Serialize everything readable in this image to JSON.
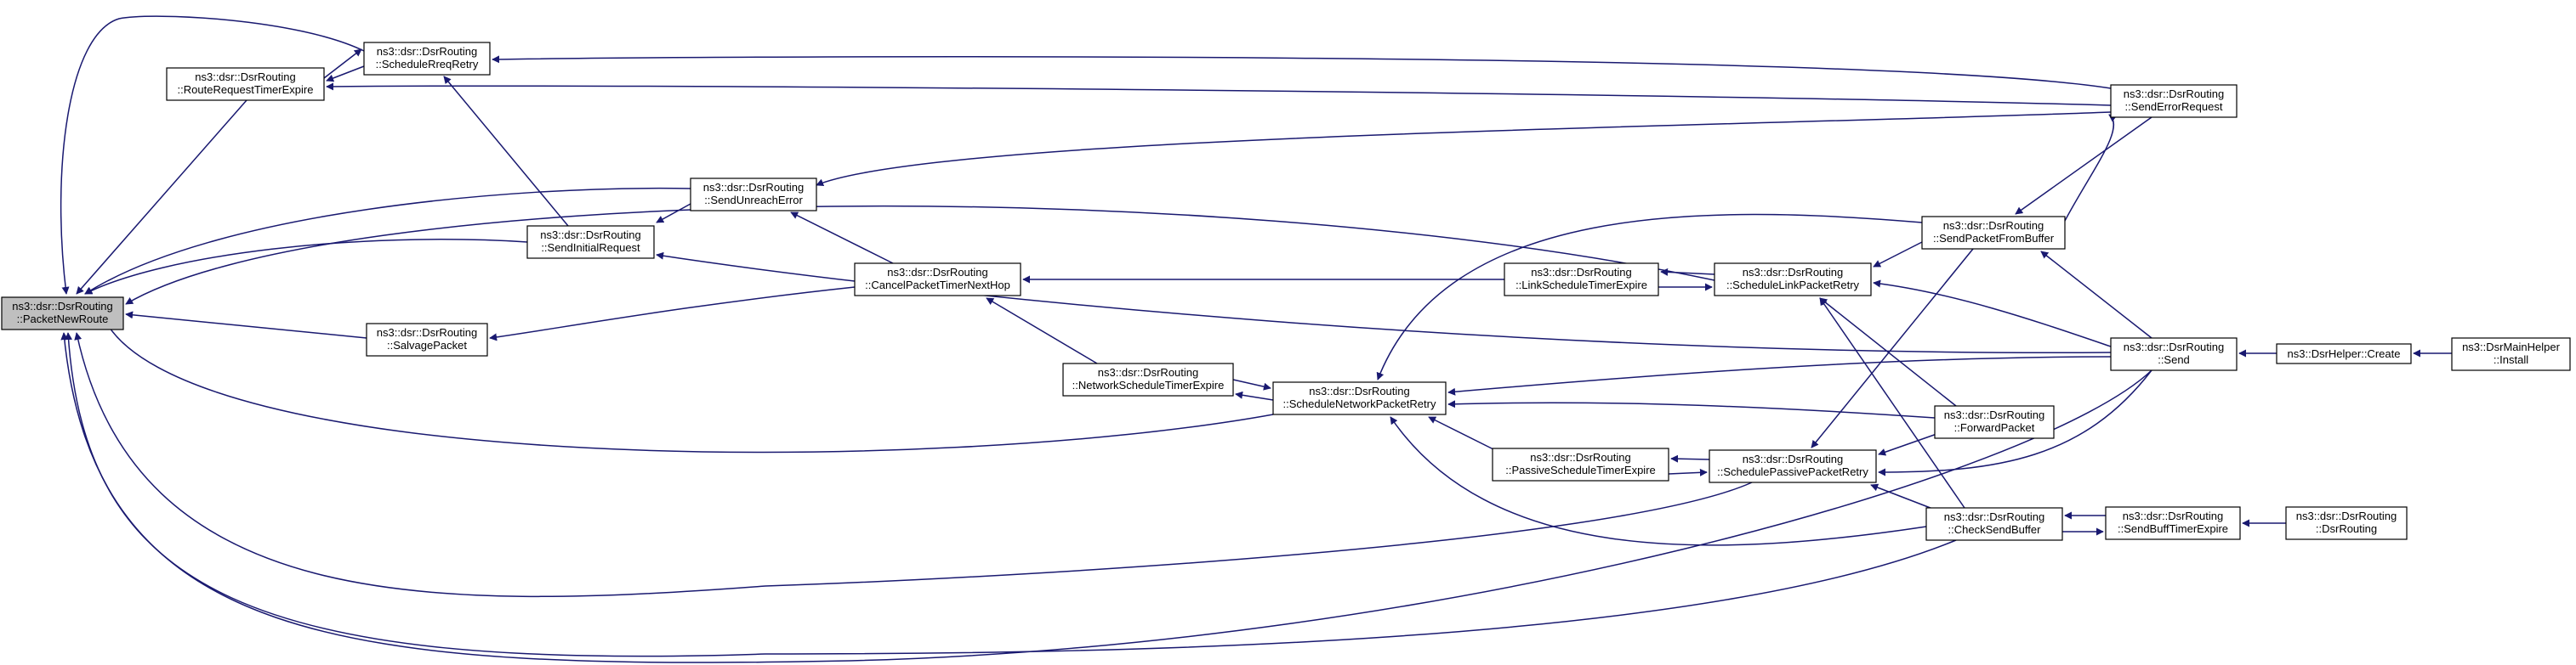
{
  "graph": {
    "type": "call-graph",
    "direction": "right-to-left",
    "colors": {
      "edge": "#191970",
      "node_border": "#000000",
      "root_fill": "#bfbfbf",
      "node_fill": "#ffffff",
      "background": "#ffffff"
    },
    "nodes": [
      {
        "id": "packetNewRoute",
        "line1": "ns3::dsr::DsrRouting",
        "line2": "::PacketNewRoute",
        "root": true
      },
      {
        "id": "routeRequestTimerExpire",
        "line1": "ns3::dsr::DsrRouting",
        "line2": "::RouteRequestTimerExpire"
      },
      {
        "id": "scheduleRreqRetry",
        "line1": "ns3::dsr::DsrRouting",
        "line2": "::ScheduleRreqRetry"
      },
      {
        "id": "sendInitialRequest",
        "line1": "ns3::dsr::DsrRouting",
        "line2": "::SendInitialRequest"
      },
      {
        "id": "salvagePacket",
        "line1": "ns3::dsr::DsrRouting",
        "line2": "::SalvagePacket"
      },
      {
        "id": "sendUnreachError",
        "line1": "ns3::dsr::DsrRouting",
        "line2": "::SendUnreachError"
      },
      {
        "id": "cancelPacketTimerNextHop",
        "line1": "ns3::dsr::DsrRouting",
        "line2": "::CancelPacketTimerNextHop"
      },
      {
        "id": "networkScheduleTimerExpire",
        "line1": "ns3::dsr::DsrRouting",
        "line2": "::NetworkScheduleTimerExpire"
      },
      {
        "id": "scheduleNetworkPacketRetry",
        "line1": "ns3::dsr::DsrRouting",
        "line2": "::ScheduleNetworkPacketRetry"
      },
      {
        "id": "linkScheduleTimerExpire",
        "line1": "ns3::dsr::DsrRouting",
        "line2": "::LinkScheduleTimerExpire"
      },
      {
        "id": "passiveScheduleTimerExpire",
        "line1": "ns3::dsr::DsrRouting",
        "line2": "::PassiveScheduleTimerExpire"
      },
      {
        "id": "scheduleLinkPacketRetry",
        "line1": "ns3::dsr::DsrRouting",
        "line2": "::ScheduleLinkPacketRetry"
      },
      {
        "id": "schedulePassivePacketRetry",
        "line1": "ns3::dsr::DsrRouting",
        "line2": "::SchedulePassivePacketRetry"
      },
      {
        "id": "sendPacketFromBuffer",
        "line1": "ns3::dsr::DsrRouting",
        "line2": "::SendPacketFromBuffer"
      },
      {
        "id": "forwardPacket",
        "line1": "ns3::dsr::DsrRouting",
        "line2": "::ForwardPacket"
      },
      {
        "id": "checkSendBuffer",
        "line1": "ns3::dsr::DsrRouting",
        "line2": "::CheckSendBuffer"
      },
      {
        "id": "sendErrorRequest",
        "line1": "ns3::dsr::DsrRouting",
        "line2": "::SendErrorRequest"
      },
      {
        "id": "send",
        "line1": "ns3::dsr::DsrRouting",
        "line2": "::Send"
      },
      {
        "id": "sendBuffTimerExpire",
        "line1": "ns3::dsr::DsrRouting",
        "line2": "::SendBuffTimerExpire"
      },
      {
        "id": "dsrHelperCreate",
        "line1": "ns3::DsrHelper::Create",
        "line2": ""
      },
      {
        "id": "dsrMainHelperInstall",
        "line1": "ns3::DsrMainHelper",
        "line2": "::Install"
      },
      {
        "id": "dsrRoutingCtor",
        "line1": "ns3::dsr::DsrRouting",
        "line2": "::DsrRouting"
      }
    ],
    "edges": [
      [
        "routeRequestTimerExpire",
        "packetNewRoute"
      ],
      [
        "scheduleRreqRetry",
        "packetNewRoute"
      ],
      [
        "sendInitialRequest",
        "packetNewRoute"
      ],
      [
        "salvagePacket",
        "packetNewRoute"
      ],
      [
        "sendUnreachError",
        "packetNewRoute"
      ],
      [
        "scheduleNetworkPacketRetry",
        "packetNewRoute"
      ],
      [
        "scheduleLinkPacketRetry",
        "packetNewRoute"
      ],
      [
        "schedulePassivePacketRetry",
        "packetNewRoute"
      ],
      [
        "checkSendBuffer",
        "packetNewRoute"
      ],
      [
        "send",
        "packetNewRoute"
      ],
      [
        "scheduleRreqRetry",
        "routeRequestTimerExpire"
      ],
      [
        "routeRequestTimerExpire",
        "scheduleRreqRetry"
      ],
      [
        "sendErrorRequest",
        "scheduleRreqRetry"
      ],
      [
        "sendInitialRequest",
        "scheduleRreqRetry"
      ],
      [
        "sendErrorRequest",
        "routeRequestTimerExpire"
      ],
      [
        "sendUnreachError",
        "sendInitialRequest"
      ],
      [
        "send",
        "sendInitialRequest"
      ],
      [
        "cancelPacketTimerNextHop",
        "salvagePacket"
      ],
      [
        "cancelPacketTimerNextHop",
        "sendUnreachError"
      ],
      [
        "sendErrorRequest",
        "sendUnreachError"
      ],
      [
        "linkScheduleTimerExpire",
        "cancelPacketTimerNextHop"
      ],
      [
        "networkScheduleTimerExpire",
        "cancelPacketTimerNextHop"
      ],
      [
        "scheduleNetworkPacketRetry",
        "networkScheduleTimerExpire"
      ],
      [
        "networkScheduleTimerExpire",
        "scheduleNetworkPacketRetry"
      ],
      [
        "passiveScheduleTimerExpire",
        "scheduleNetworkPacketRetry"
      ],
      [
        "send",
        "scheduleNetworkPacketRetry"
      ],
      [
        "forwardPacket",
        "scheduleNetworkPacketRetry"
      ],
      [
        "checkSendBuffer",
        "scheduleNetworkPacketRetry"
      ],
      [
        "sendPacketFromBuffer",
        "scheduleNetworkPacketRetry"
      ],
      [
        "scheduleLinkPacketRetry",
        "linkScheduleTimerExpire"
      ],
      [
        "linkScheduleTimerExpire",
        "scheduleLinkPacketRetry"
      ],
      [
        "schedulePassivePacketRetry",
        "passiveScheduleTimerExpire"
      ],
      [
        "passiveScheduleTimerExpire",
        "schedulePassivePacketRetry"
      ],
      [
        "sendPacketFromBuffer",
        "scheduleLinkPacketRetry"
      ],
      [
        "send",
        "scheduleLinkPacketRetry"
      ],
      [
        "forwardPacket",
        "scheduleLinkPacketRetry"
      ],
      [
        "checkSendBuffer",
        "scheduleLinkPacketRetry"
      ],
      [
        "sendPacketFromBuffer",
        "schedulePassivePacketRetry"
      ],
      [
        "forwardPacket",
        "schedulePassivePacketRetry"
      ],
      [
        "send",
        "schedulePassivePacketRetry"
      ],
      [
        "checkSendBuffer",
        "schedulePassivePacketRetry"
      ],
      [
        "sendErrorRequest",
        "sendPacketFromBuffer"
      ],
      [
        "send",
        "sendPacketFromBuffer"
      ],
      [
        "sendPacketFromBuffer",
        "sendErrorRequest"
      ],
      [
        "dsrHelperCreate",
        "send"
      ],
      [
        "dsrMainHelperInstall",
        "dsrHelperCreate"
      ],
      [
        "sendBuffTimerExpire",
        "checkSendBuffer"
      ],
      [
        "checkSendBuffer",
        "sendBuffTimerExpire"
      ],
      [
        "dsrRoutingCtor",
        "sendBuffTimerExpire"
      ]
    ]
  }
}
